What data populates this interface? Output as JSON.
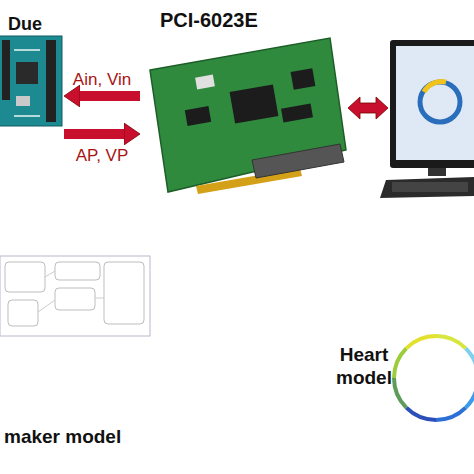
{
  "diagram": {
    "nodes": [
      {
        "text": [
          "Due"
        ]
      },
      {
        "text": [
          "PCI-6023E"
        ]
      },
      {
        "text": [
          "maker model"
        ]
      },
      {
        "text": [
          "Heart model"
        ]
      }
    ],
    "edges": [
      {
        "from": 1,
        "to": 0,
        "arrow": "to",
        "label": "Ain, Vin"
      },
      {
        "from": 0,
        "to": 1,
        "arrow": "to",
        "label": "AP, VP"
      }
    ]
  }
}
